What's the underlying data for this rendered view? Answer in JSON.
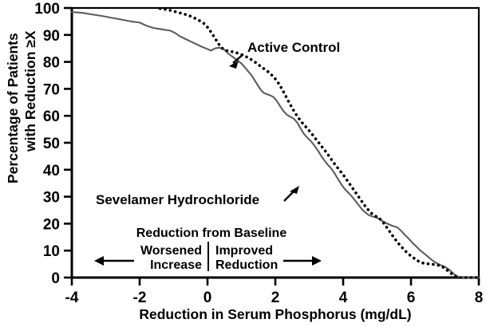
{
  "chart_data": {
    "type": "line",
    "title": "",
    "xlabel": "Reduction in Serum Phosphorus (mg/dL)",
    "ylabel": "Percentage of Patients with Reduction ≥X",
    "ylabel_line1": "Percentage of Patients",
    "ylabel_line2": "with Reduction ≥X",
    "xlim": [
      -4,
      8
    ],
    "ylim": [
      0,
      100
    ],
    "xticks": [
      -4,
      -2,
      0,
      2,
      4,
      6,
      8
    ],
    "xtick_labels": [
      "-4",
      "-2",
      "0",
      "2",
      "4",
      "6",
      "8"
    ],
    "yticks": [
      0,
      10,
      20,
      30,
      40,
      50,
      60,
      70,
      80,
      90,
      100
    ],
    "ytick_labels": [
      "0",
      "10",
      "20",
      "30",
      "40",
      "50",
      "60",
      "70",
      "80",
      "90",
      "100"
    ],
    "grid": false,
    "legend": "inline-annotations",
    "series": [
      {
        "name": "Sevelamer Hydrochloride",
        "style": "solid",
        "color": "#5d5d5d",
        "points": [
          [
            -4.0,
            98.5
          ],
          [
            -3.7,
            98.2
          ],
          [
            -3.4,
            97.6
          ],
          [
            -3.1,
            97.0
          ],
          [
            -2.8,
            96.3
          ],
          [
            -2.5,
            95.6
          ],
          [
            -2.25,
            95.0
          ],
          [
            -2.0,
            94.6
          ],
          [
            -1.8,
            93.4
          ],
          [
            -1.6,
            92.6
          ],
          [
            -1.45,
            92.3
          ],
          [
            -1.3,
            92.0
          ],
          [
            -1.1,
            91.6
          ],
          [
            -0.95,
            90.7
          ],
          [
            -0.8,
            89.4
          ],
          [
            -0.65,
            88.5
          ],
          [
            -0.5,
            87.6
          ],
          [
            -0.35,
            86.7
          ],
          [
            -0.2,
            85.8
          ],
          [
            -0.05,
            85.0
          ],
          [
            0.1,
            84.2
          ],
          [
            0.22,
            85.0
          ],
          [
            0.35,
            85.3
          ],
          [
            0.5,
            84.5
          ],
          [
            0.62,
            83.0
          ],
          [
            0.75,
            81.8
          ],
          [
            0.88,
            80.6
          ],
          [
            1.0,
            79.4
          ],
          [
            1.1,
            78.0
          ],
          [
            1.2,
            76.5
          ],
          [
            1.3,
            75.0
          ],
          [
            1.4,
            73.0
          ],
          [
            1.5,
            71.0
          ],
          [
            1.58,
            69.5
          ],
          [
            1.66,
            68.5
          ],
          [
            1.75,
            68.0
          ],
          [
            1.85,
            67.6
          ],
          [
            1.95,
            66.9
          ],
          [
            2.05,
            65.4
          ],
          [
            2.15,
            63.4
          ],
          [
            2.25,
            61.6
          ],
          [
            2.35,
            60.3
          ],
          [
            2.45,
            59.6
          ],
          [
            2.55,
            58.9
          ],
          [
            2.65,
            57.4
          ],
          [
            2.75,
            55.2
          ],
          [
            2.85,
            53.2
          ],
          [
            2.95,
            51.8
          ],
          [
            3.05,
            50.6
          ],
          [
            3.15,
            49.0
          ],
          [
            3.25,
            47.2
          ],
          [
            3.35,
            45.2
          ],
          [
            3.45,
            43.4
          ],
          [
            3.55,
            41.8
          ],
          [
            3.65,
            40.4
          ],
          [
            3.75,
            38.6
          ],
          [
            3.85,
            36.5
          ],
          [
            3.95,
            34.5
          ],
          [
            4.05,
            32.8
          ],
          [
            4.15,
            31.5
          ],
          [
            4.25,
            30.2
          ],
          [
            4.35,
            28.6
          ],
          [
            4.45,
            27.0
          ],
          [
            4.55,
            25.4
          ],
          [
            4.65,
            24.2
          ],
          [
            4.75,
            23.2
          ],
          [
            4.88,
            22.6
          ],
          [
            5.0,
            22.2
          ],
          [
            5.15,
            21.0
          ],
          [
            5.3,
            20.0
          ],
          [
            5.45,
            19.2
          ],
          [
            5.6,
            18.6
          ],
          [
            5.72,
            17.2
          ],
          [
            5.82,
            15.8
          ],
          [
            5.92,
            14.6
          ],
          [
            6.02,
            13.2
          ],
          [
            6.15,
            11.6
          ],
          [
            6.28,
            10.0
          ],
          [
            6.42,
            8.6
          ],
          [
            6.55,
            7.2
          ],
          [
            6.65,
            6.2
          ],
          [
            6.75,
            5.4
          ],
          [
            6.88,
            4.6
          ],
          [
            7.0,
            4.0
          ],
          [
            7.12,
            3.0
          ],
          [
            7.22,
            1.8
          ],
          [
            7.32,
            0.8
          ],
          [
            7.42,
            0.2
          ],
          [
            7.55,
            0.0
          ],
          [
            8.0,
            0.0
          ]
        ]
      },
      {
        "name": "Active Control",
        "style": "dotted",
        "color": "#000000",
        "points": [
          [
            -1.4,
            99.8
          ],
          [
            -1.2,
            99.4
          ],
          [
            -1.0,
            98.8
          ],
          [
            -0.85,
            98.3
          ],
          [
            -0.7,
            97.8
          ],
          [
            -0.55,
            97.2
          ],
          [
            -0.4,
            96.4
          ],
          [
            -0.25,
            95.4
          ],
          [
            -0.1,
            94.2
          ],
          [
            0.02,
            92.6
          ],
          [
            0.12,
            90.8
          ],
          [
            0.22,
            88.8
          ],
          [
            0.32,
            86.8
          ],
          [
            0.42,
            85.2
          ],
          [
            0.52,
            84.4
          ],
          [
            0.62,
            84.0
          ],
          [
            0.72,
            83.8
          ],
          [
            0.85,
            83.4
          ],
          [
            0.98,
            82.8
          ],
          [
            1.1,
            82.2
          ],
          [
            1.22,
            81.4
          ],
          [
            1.35,
            80.4
          ],
          [
            1.48,
            79.2
          ],
          [
            1.6,
            78.0
          ],
          [
            1.72,
            77.0
          ],
          [
            1.82,
            76.0
          ],
          [
            1.92,
            74.8
          ],
          [
            2.02,
            73.4
          ],
          [
            2.12,
            71.6
          ],
          [
            2.22,
            69.4
          ],
          [
            2.32,
            67.0
          ],
          [
            2.42,
            64.6
          ],
          [
            2.52,
            62.4
          ],
          [
            2.62,
            60.4
          ],
          [
            2.72,
            58.6
          ],
          [
            2.82,
            57.0
          ],
          [
            2.92,
            55.6
          ],
          [
            3.02,
            54.2
          ],
          [
            3.12,
            52.6
          ],
          [
            3.22,
            51.0
          ],
          [
            3.32,
            49.4
          ],
          [
            3.42,
            47.8
          ],
          [
            3.52,
            46.2
          ],
          [
            3.62,
            44.4
          ],
          [
            3.72,
            42.6
          ],
          [
            3.82,
            41.0
          ],
          [
            3.92,
            39.4
          ],
          [
            4.02,
            37.8
          ],
          [
            4.12,
            36.0
          ],
          [
            4.22,
            34.2
          ],
          [
            4.32,
            32.4
          ],
          [
            4.42,
            30.6
          ],
          [
            4.52,
            28.8
          ],
          [
            4.62,
            27.0
          ],
          [
            4.72,
            25.4
          ],
          [
            4.82,
            24.0
          ],
          [
            4.92,
            23.0
          ],
          [
            5.02,
            22.4
          ],
          [
            5.12,
            21.4
          ],
          [
            5.22,
            19.8
          ],
          [
            5.32,
            18.0
          ],
          [
            5.42,
            16.2
          ],
          [
            5.52,
            14.4
          ],
          [
            5.62,
            12.8
          ],
          [
            5.72,
            11.4
          ],
          [
            5.82,
            10.0
          ],
          [
            5.92,
            8.8
          ],
          [
            6.02,
            7.8
          ],
          [
            6.15,
            6.6
          ],
          [
            6.28,
            5.6
          ],
          [
            6.42,
            5.2
          ],
          [
            6.58,
            5.0
          ],
          [
            6.72,
            4.8
          ],
          [
            6.85,
            4.4
          ],
          [
            6.98,
            3.6
          ],
          [
            7.1,
            2.4
          ],
          [
            7.22,
            1.2
          ],
          [
            7.32,
            0.4
          ],
          [
            7.45,
            0.0
          ],
          [
            8.0,
            0.0
          ]
        ]
      }
    ],
    "annotations": {
      "active_control_label": "Active Control",
      "sevelamer_label": "Sevelamer Hydrochloride",
      "baseline_heading": "Reduction from Baseline",
      "left_line1": "Worsened",
      "left_line2": "Increase",
      "right_line1": "Improved",
      "right_line2": "Reduction",
      "left_arrow_glyph": "left-arrow-icon",
      "right_arrow_glyph": "right-arrow-icon"
    }
  }
}
